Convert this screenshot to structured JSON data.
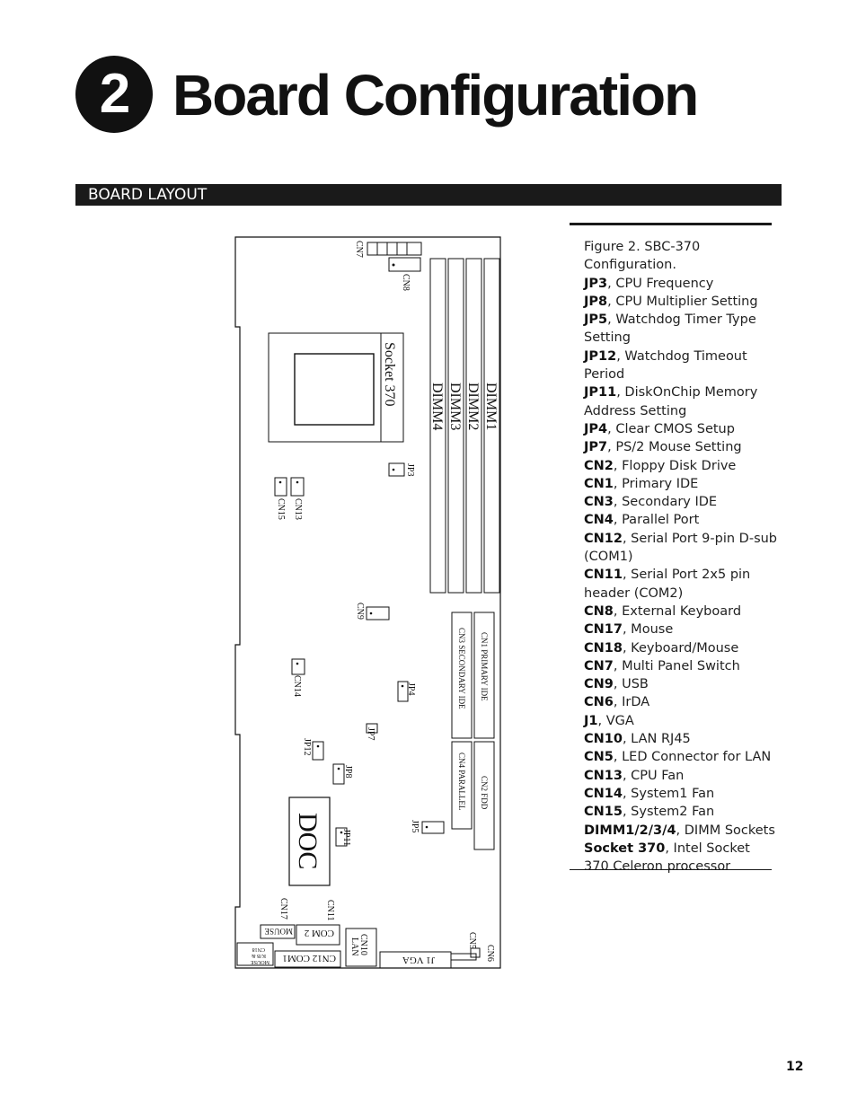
{
  "chapter": {
    "number": "2",
    "title": "Board Configuration"
  },
  "section": {
    "title": "BOARD LAYOUT"
  },
  "figure": {
    "caption_lines": [
      {
        "bold": "",
        "text": "Figure 2. SBC-370 Configuration."
      },
      {
        "bold": "JP3",
        "text": ", CPU Frequency"
      },
      {
        "bold": "JP8",
        "text": ", CPU Multiplier Setting"
      },
      {
        "bold": "JP5",
        "text": ", Watchdog Timer Type Setting"
      },
      {
        "bold": "JP12",
        "text": ", Watchdog Timeout Period"
      },
      {
        "bold": "JP11",
        "text": ", DiskOnChip Memory Address Setting"
      },
      {
        "bold": "JP4",
        "text": ", Clear CMOS Setup"
      },
      {
        "bold": "JP7",
        "text": ", PS/2 Mouse Setting"
      },
      {
        "bold": "CN2",
        "text": ", Floppy Disk Drive"
      },
      {
        "bold": "CN1",
        "text": ", Primary IDE"
      },
      {
        "bold": "CN3",
        "text": ", Secondary IDE"
      },
      {
        "bold": "CN4",
        "text": ", Parallel Port"
      },
      {
        "bold": "CN12",
        "text": ", Serial Port 9-pin D-sub (COM1)"
      },
      {
        "bold": "CN11",
        "text": ", Serial Port 2x5 pin header (COM2)"
      },
      {
        "bold": "CN8",
        "text": ", External Keyboard"
      },
      {
        "bold": "CN17",
        "text": ", Mouse"
      },
      {
        "bold": "CN18",
        "text": ", Keyboard/Mouse"
      },
      {
        "bold": "CN7",
        "text": ", Multi Panel Switch"
      },
      {
        "bold": "CN9",
        "text": ", USB"
      },
      {
        "bold": "CN6",
        "text": ", IrDA"
      },
      {
        "bold": "J1",
        "text": ", VGA"
      },
      {
        "bold": "CN10",
        "text": ", LAN RJ45"
      },
      {
        "bold": "CN5",
        "text": ", LED Connector for LAN"
      },
      {
        "bold": "CN13",
        "text": ", CPU Fan"
      },
      {
        "bold": "CN14",
        "text": ", System1 Fan"
      },
      {
        "bold": "CN15",
        "text": ", System2 Fan"
      },
      {
        "bold": "DIMM1/2/3/4",
        "text": ", DIMM Sockets"
      },
      {
        "bold": "Socket 370",
        "text": ", Intel Socket 370 Celeron processor"
      }
    ]
  },
  "diagram": {
    "socket": "Socket 370",
    "dimm1": "DIMM1",
    "dimm2": "DIMM2",
    "dimm3": "DIMM3",
    "dimm4": "DIMM4",
    "cn1": "CN1  PRIMARY IDE",
    "cn3": "CN3  SECONDARY IDE",
    "cn4": "CN4 PARALLEL",
    "cn2": "CN2  FDD",
    "doc": "DOC",
    "cn7": "CN7",
    "cn8": "CN8",
    "cn9": "CN9",
    "cn13": "CN13",
    "cn14": "CN14",
    "cn15": "CN15",
    "cn17": "CN17",
    "cn11": "CN11",
    "cn6": "CN6",
    "cn5": "CN5",
    "jp3": "JP3",
    "jp4": "JP4",
    "jp5": "JP5",
    "jp7": "JP7",
    "jp8": "JP8",
    "jp11": "JP11",
    "jp12": "JP12",
    "mouse": "MOUSE",
    "com2": "COM 2",
    "cn18_1": "CN18",
    "cn18_2": "K/B &",
    "cn18_3": "MOUSE",
    "cn12": "CN12 COM1",
    "cn10_1": "CN10",
    "cn10_2": "LAN",
    "j1": "J1 VGA"
  },
  "page_number": "12"
}
